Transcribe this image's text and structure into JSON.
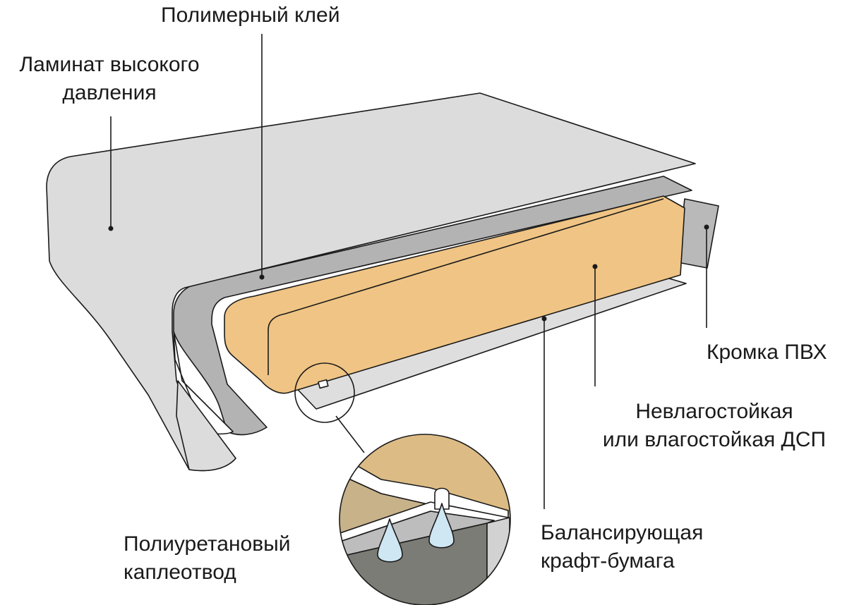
{
  "labels": {
    "hpl": [
      "Ламинат высокого",
      "давления"
    ],
    "adhesive": [
      "Полимерный клей"
    ],
    "pvc_edge": [
      "Кромка ПВХ"
    ],
    "chipboard": [
      "Невлагостойкая",
      "или влагостойкая ДСП"
    ],
    "kraft": [
      "Балансирующая",
      "крафт-бумага"
    ],
    "drip": [
      "Полиуретановый",
      "каплеотвод"
    ]
  },
  "colors": {
    "laminate": "#dcdcdc",
    "adhesive": "#b3b3b3",
    "chipboard": "#f0c484",
    "kraft": "#dedede",
    "pvc": "#b9b9b9",
    "outline": "#1a1a1a",
    "zoom_board": "#dcbb85",
    "zoom_dark": "#7c7c76",
    "water_drop": "#cfe6f3"
  }
}
